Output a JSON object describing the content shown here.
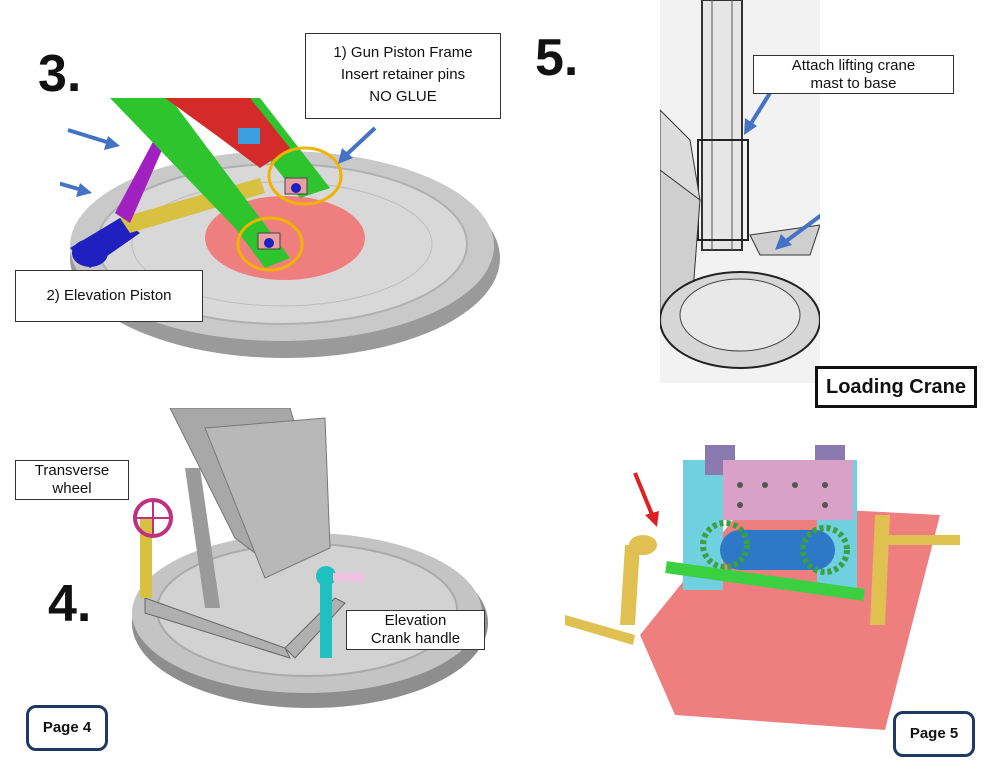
{
  "steps": {
    "s3": "3.",
    "s4": "4.",
    "s5": "5."
  },
  "callouts": {
    "gun_piston_frame": [
      "1) Gun Piston Frame",
      "Insert retainer pins",
      "NO GLUE"
    ],
    "elevation_piston": "2) Elevation Piston",
    "transverse_wheel": [
      "Transverse",
      "wheel"
    ],
    "elevation_crank": [
      "Elevation",
      "Crank handle"
    ],
    "attach_mast": [
      "Attach lifting crane",
      "mast to base"
    ]
  },
  "labels": {
    "loading_crane": "Loading Crane"
  },
  "pages": {
    "left": "Page 4",
    "right": "Page 5"
  },
  "colors": {
    "arrow_blue": "#4472c4",
    "arrow_red": "#e02020",
    "highlight_ring": "#f2b200",
    "page_border": "#1f3864",
    "base_pink": "#ef7f7f",
    "frame_green": "#2ec42e",
    "frame_red": "#d42a2a",
    "piston_purple": "#a020c0",
    "piston_blue": "#2020c0",
    "support_yellow": "#d8c040",
    "crank_teal": "#20c0c0",
    "wheel_magenta": "#c03080",
    "winch_cyan": "#70d0e0",
    "winch_plate_pink": "#d9a0c8",
    "handle_yellow": "#e0c050"
  }
}
